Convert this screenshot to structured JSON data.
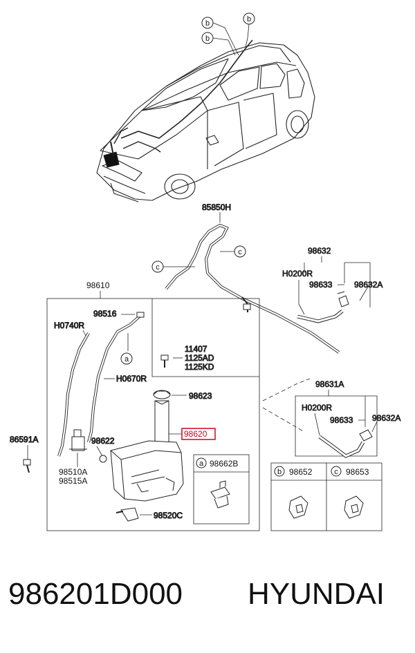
{
  "diagram": {
    "callouts": {
      "b1": "b",
      "b2": "b",
      "b3": "b",
      "c1": "c",
      "c2": "c"
    },
    "labels": {
      "hose_top": "85850H",
      "nozzle_group_upper": "98632",
      "h0200r_upper": "H0200R",
      "n98633_upper": "98633",
      "n98632a_upper": "98632A",
      "reservoir_assy": "98610",
      "n98516": "98516",
      "h0740r": "H0740R",
      "bolt_11407": "11407",
      "bolt_1125ad": "1125AD",
      "bolt_1125kd": "1125KD",
      "h0670r": "H0670R",
      "cap": "98623",
      "filler": "98620",
      "n86591a": "86591A",
      "n98622": "98622",
      "n98510a": "98510A",
      "n98515a": "98515A",
      "n98520c": "98520C",
      "nozzle_group_lower": "98631A",
      "h0200r_lower": "H0200R",
      "n98633_lower": "98633",
      "n98632a_lower": "98632A",
      "inset_a_letter": "a",
      "inset_a": "98662B",
      "inset_b_letter": "b",
      "inset_b": "98652",
      "inset_c_letter": "c",
      "inset_c": "98653",
      "clip_a_letter": "a"
    },
    "highlight_color": "#d0021b"
  },
  "footer": {
    "part_number": "986201D000",
    "brand": "HYUNDAI"
  }
}
